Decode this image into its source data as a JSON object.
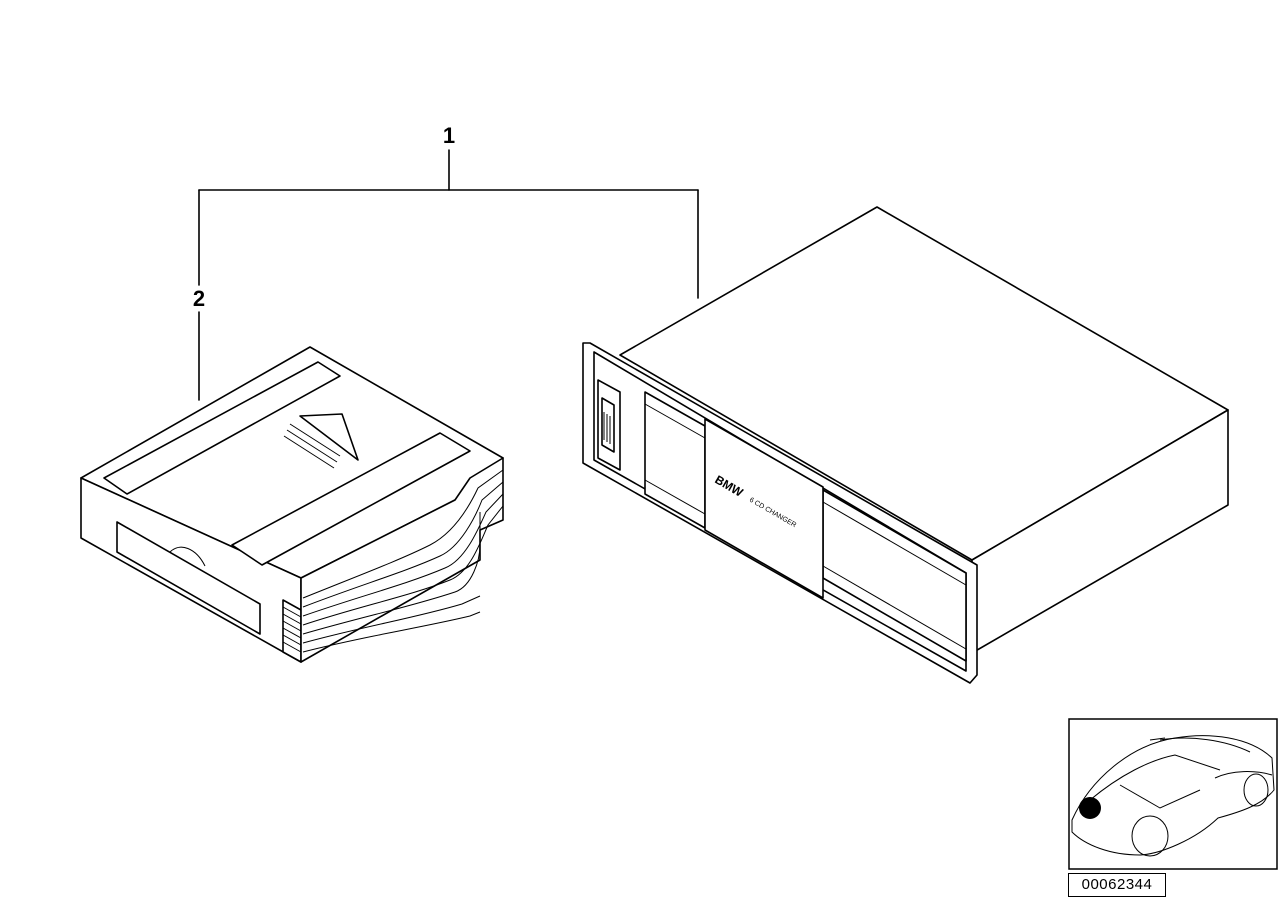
{
  "callouts": {
    "item_1": "1",
    "item_2": "2"
  },
  "changer": {
    "brand": "BMW",
    "model_text": "6 CD CHANGER"
  },
  "reference": {
    "number": "00062344"
  }
}
